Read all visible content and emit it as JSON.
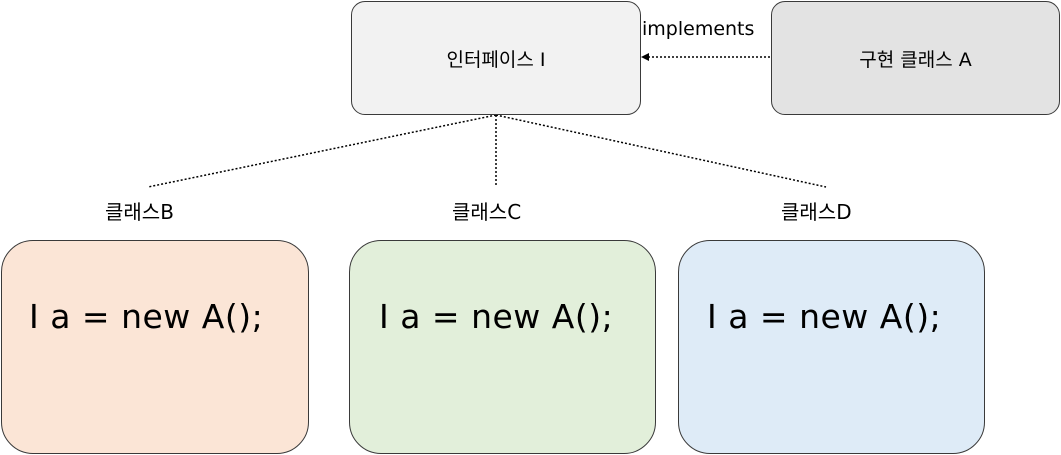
{
  "interface": {
    "label": "인터페이스 I",
    "fill": "#f2f2f2"
  },
  "implementation": {
    "label": "구현 클래스 A",
    "fill": "#e3e3e3"
  },
  "relation": {
    "label": "implements"
  },
  "classes": [
    {
      "label": "클래스B",
      "code": "I a = new A();",
      "fill": "#fbe5d6"
    },
    {
      "label": "클래스C",
      "code": "I a = new A();",
      "fill": "#e2efda"
    },
    {
      "label": "클래스D",
      "code": "I a = new A();",
      "fill": "#deebf7"
    }
  ]
}
